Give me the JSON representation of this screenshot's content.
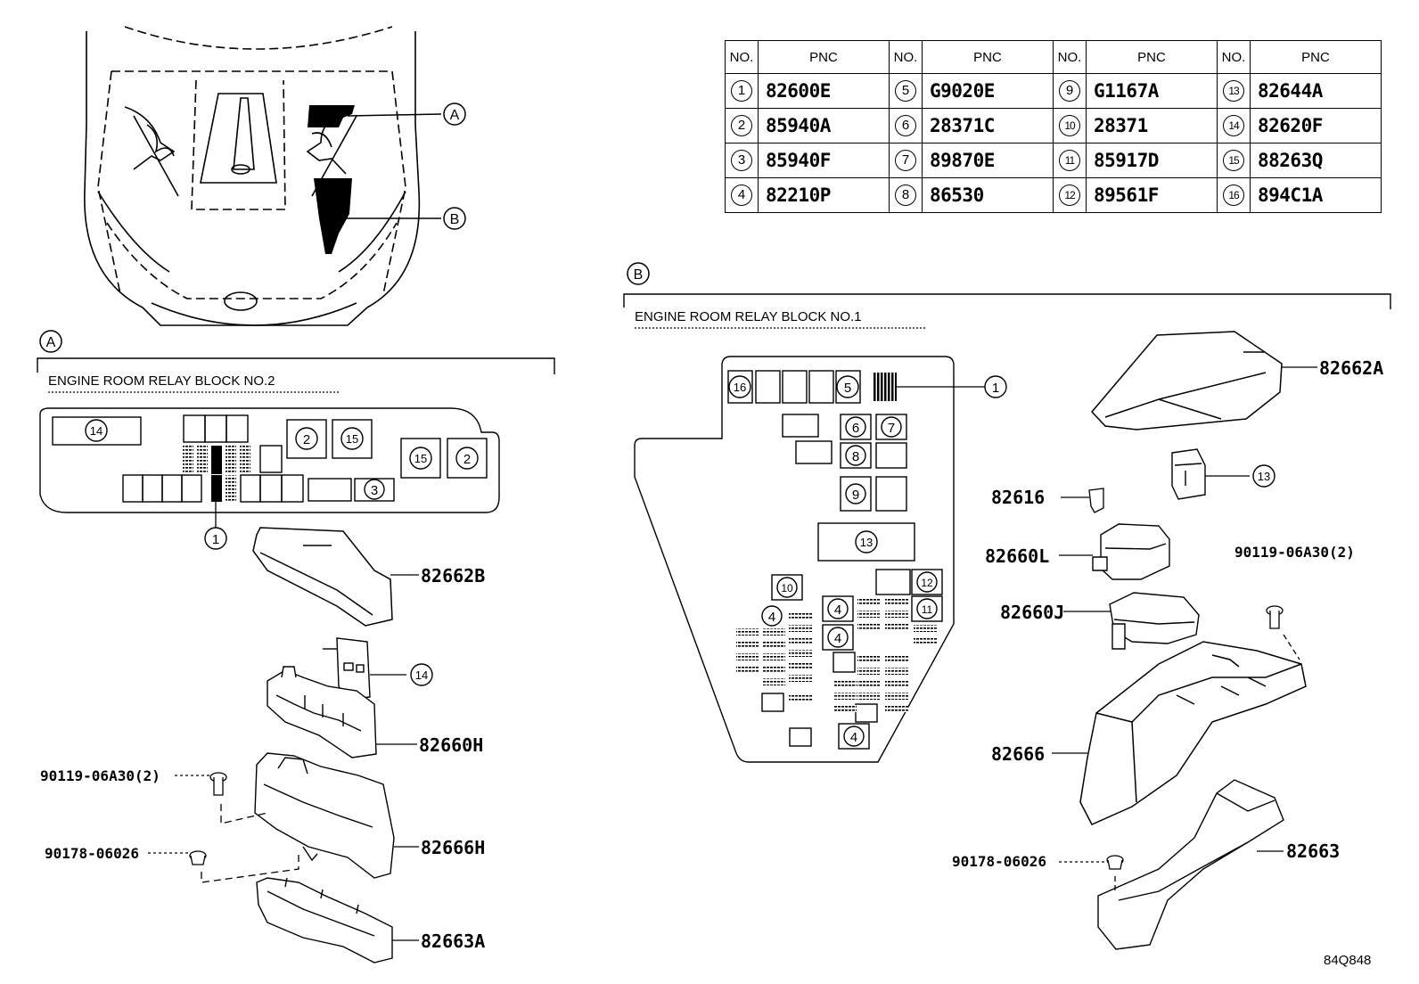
{
  "callouts": {
    "a": "A",
    "b": "B"
  },
  "table": {
    "headers": {
      "no": "NO.",
      "pnc": "PNC"
    },
    "rows": [
      [
        {
          "no": "1",
          "pnc": "82600E"
        },
        {
          "no": "5",
          "pnc": "G9020E"
        },
        {
          "no": "9",
          "pnc": "G1167A"
        },
        {
          "no": "13",
          "pnc": "82644A"
        }
      ],
      [
        {
          "no": "2",
          "pnc": "85940A"
        },
        {
          "no": "6",
          "pnc": "28371C"
        },
        {
          "no": "10",
          "pnc": "28371"
        },
        {
          "no": "14",
          "pnc": "82620F"
        }
      ],
      [
        {
          "no": "3",
          "pnc": "85940F"
        },
        {
          "no": "7",
          "pnc": "89870E"
        },
        {
          "no": "11",
          "pnc": "85917D"
        },
        {
          "no": "15",
          "pnc": "88263Q"
        }
      ],
      [
        {
          "no": "4",
          "pnc": "82210P"
        },
        {
          "no": "8",
          "pnc": "86530"
        },
        {
          "no": "12",
          "pnc": "89561F"
        },
        {
          "no": "16",
          "pnc": "894C1A"
        }
      ]
    ]
  },
  "section_a": {
    "title": "ENGINE ROOM RELAY BLOCK NO.2",
    "slots": {
      "n1": "1",
      "n2": "2",
      "n3": "3",
      "n14": "14",
      "n15": "15"
    },
    "parts": {
      "cover": "82662B",
      "item14": "14",
      "block": "82660H",
      "bolt": "90119-06A30(2)",
      "box": "82666H",
      "nut": "90178-06026",
      "lower": "82663A"
    }
  },
  "section_b": {
    "title": "ENGINE ROOM RELAY BLOCK NO.1",
    "slots": {
      "n1": "1",
      "n4": "4",
      "n5": "5",
      "n6": "6",
      "n7": "7",
      "n8": "8",
      "n9": "9",
      "n10": "10",
      "n11": "11",
      "n12": "12",
      "n13": "13",
      "n16": "16"
    },
    "parts": {
      "cover": "82662A",
      "item13": "13",
      "clip": "82616",
      "block_l": "82660L",
      "bolt": "90119-06A30(2)",
      "block_j": "82660J",
      "box": "82666",
      "nut": "90178-06026",
      "lower": "82663"
    }
  },
  "figure_code": "84Q848"
}
